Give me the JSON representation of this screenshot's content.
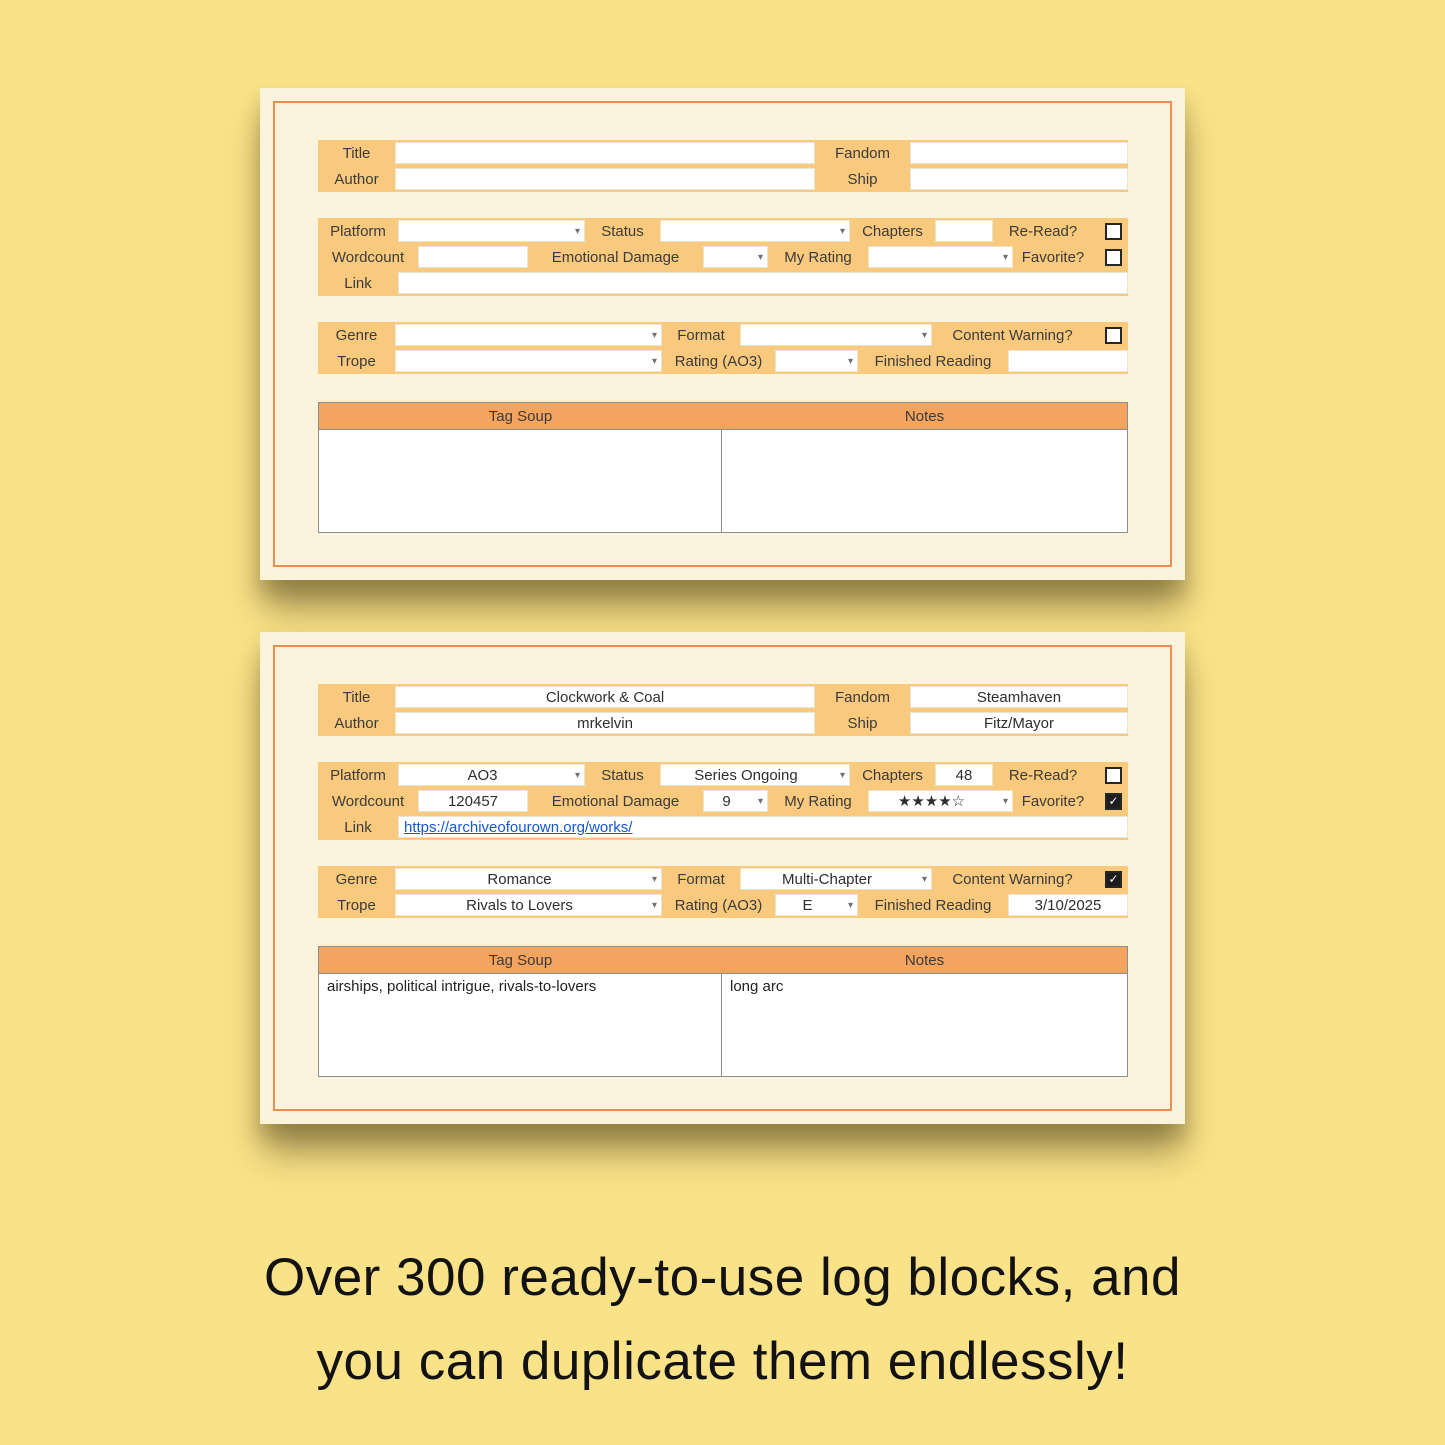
{
  "caption": {
    "line1": "Over 300 ready-to-use log blocks, and",
    "line2": "you can duplicate them endlessly!"
  },
  "colors": {
    "page_background": "#F9E287",
    "card_background": "#FCF3DC",
    "card_border": "#E78F55",
    "field_strip": "#F9C97D",
    "table_header": "#F4A45E",
    "link_blue": "#1557CF"
  },
  "icons": {
    "chevron_down": "▾"
  },
  "cards": [
    {
      "name": "blank log block",
      "title": {
        "label": "Title",
        "value": ""
      },
      "fandom": {
        "label": "Fandom",
        "value": ""
      },
      "author": {
        "label": "Author",
        "value": ""
      },
      "ship": {
        "label": "Ship",
        "value": ""
      },
      "platform": {
        "label": "Platform",
        "value": ""
      },
      "status": {
        "label": "Status",
        "value": ""
      },
      "chapters": {
        "label": "Chapters",
        "value": ""
      },
      "reread": {
        "label": "Re-Read?",
        "checked": false,
        "mark": ""
      },
      "wordcount": {
        "label": "Wordcount",
        "value": ""
      },
      "emotional_damage": {
        "label": "Emotional Damage",
        "value": ""
      },
      "my_rating": {
        "label": "My Rating",
        "value": ""
      },
      "favorite": {
        "label": "Favorite?",
        "checked": false,
        "mark": ""
      },
      "link": {
        "label": "Link",
        "value": ""
      },
      "genre": {
        "label": "Genre",
        "value": ""
      },
      "format": {
        "label": "Format",
        "value": ""
      },
      "content_warning": {
        "label": "Content Warning?",
        "checked": false,
        "mark": ""
      },
      "trope": {
        "label": "Trope",
        "value": ""
      },
      "rating_ao3": {
        "label": "Rating (AO3)",
        "value": ""
      },
      "finished_reading": {
        "label": "Finished Reading",
        "value": ""
      },
      "tag_soup": {
        "header": "Tag Soup",
        "value": ""
      },
      "notes": {
        "header": "Notes",
        "value": ""
      }
    },
    {
      "name": "filled log block",
      "title": {
        "label": "Title",
        "value": "Clockwork & Coal"
      },
      "fandom": {
        "label": "Fandom",
        "value": "Steamhaven"
      },
      "author": {
        "label": "Author",
        "value": "mrkelvin"
      },
      "ship": {
        "label": "Ship",
        "value": "Fitz/Mayor"
      },
      "platform": {
        "label": "Platform",
        "value": "AO3"
      },
      "status": {
        "label": "Status",
        "value": "Series Ongoing"
      },
      "chapters": {
        "label": "Chapters",
        "value": "48"
      },
      "reread": {
        "label": "Re-Read?",
        "checked": false,
        "mark": ""
      },
      "wordcount": {
        "label": "Wordcount",
        "value": "120457"
      },
      "emotional_damage": {
        "label": "Emotional Damage",
        "value": "9"
      },
      "my_rating": {
        "label": "My Rating",
        "value": "★★★★☆"
      },
      "favorite": {
        "label": "Favorite?",
        "checked": true,
        "mark": "✓"
      },
      "link": {
        "label": "Link",
        "value": "https://archiveofourown.org/works/"
      },
      "genre": {
        "label": "Genre",
        "value": "Romance"
      },
      "format": {
        "label": "Format",
        "value": "Multi-Chapter"
      },
      "content_warning": {
        "label": "Content Warning?",
        "checked": true,
        "mark": "✓"
      },
      "trope": {
        "label": "Trope",
        "value": "Rivals to Lovers"
      },
      "rating_ao3": {
        "label": "Rating (AO3)",
        "value": "E"
      },
      "finished_reading": {
        "label": "Finished Reading",
        "value": "3/10/2025"
      },
      "tag_soup": {
        "header": "Tag Soup",
        "value": "airships, political intrigue, rivals-to-lovers"
      },
      "notes": {
        "header": "Notes",
        "value": "long arc"
      }
    }
  ]
}
